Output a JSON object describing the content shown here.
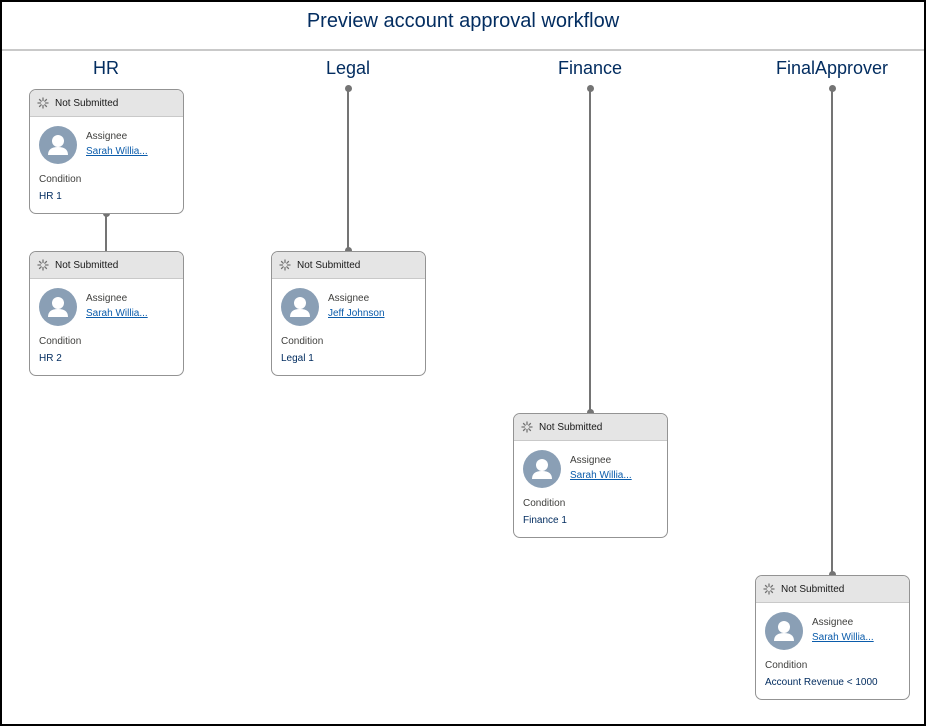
{
  "header": {
    "title": "Preview account approval workflow"
  },
  "lanes": [
    {
      "name": "HR"
    },
    {
      "name": "Legal"
    },
    {
      "name": "Finance"
    },
    {
      "name": "FinalApprover"
    }
  ],
  "labels": {
    "status": "Not Submitted",
    "assignee": "Assignee",
    "condition": "Condition"
  },
  "cards": [
    {
      "lane": "HR",
      "assignee": "Sarah Willia...",
      "condition": "HR 1"
    },
    {
      "lane": "HR",
      "assignee": "Sarah Willia...",
      "condition": "HR 2"
    },
    {
      "lane": "Legal",
      "assignee": "Jeff Johnson",
      "condition": "Legal 1"
    },
    {
      "lane": "Finance",
      "assignee": "Sarah Willia...",
      "condition": "Finance 1"
    },
    {
      "lane": "FinalApprover",
      "assignee": "Sarah Willia...",
      "condition": "Account Revenue < 1000"
    }
  ],
  "icons": {
    "status": "spinner-icon",
    "avatar": "user-avatar-icon"
  },
  "colors": {
    "title": "#032d60",
    "link": "#0b5cab",
    "avatar": "#8a9fb5",
    "card_header": "#e5e5e5",
    "connector": "#747474"
  }
}
